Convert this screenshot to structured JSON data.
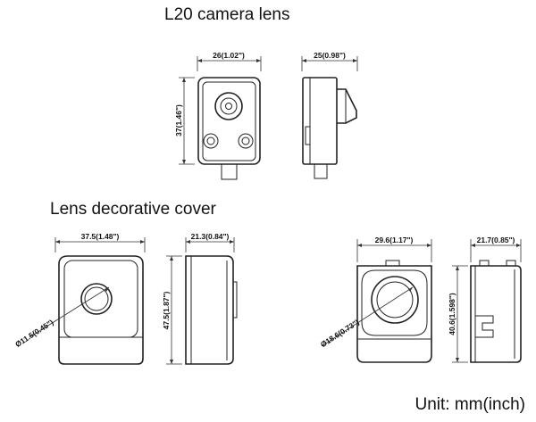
{
  "titles": {
    "camera": "L20 camera lens",
    "cover": "Lens decorative cover",
    "unit": "Unit: mm(inch)"
  },
  "dimensions": {
    "camera_width": "26(1.02\")",
    "camera_depth": "25(0.98\")",
    "camera_height": "37(1.46\")",
    "cover_width": "37.5(1.48\")",
    "cover_depth": "21.3(0.84\")",
    "cover_height": "47.5(1.87\")",
    "cover_hole": "Ø11.5(0.45\")",
    "cover2_width": "29.6(1.17\")",
    "cover2_depth": "21.7(0.85\")",
    "cover2_height": "40.6(1.598\")",
    "cover2_hole": "Ø18.6(0.73\")"
  }
}
